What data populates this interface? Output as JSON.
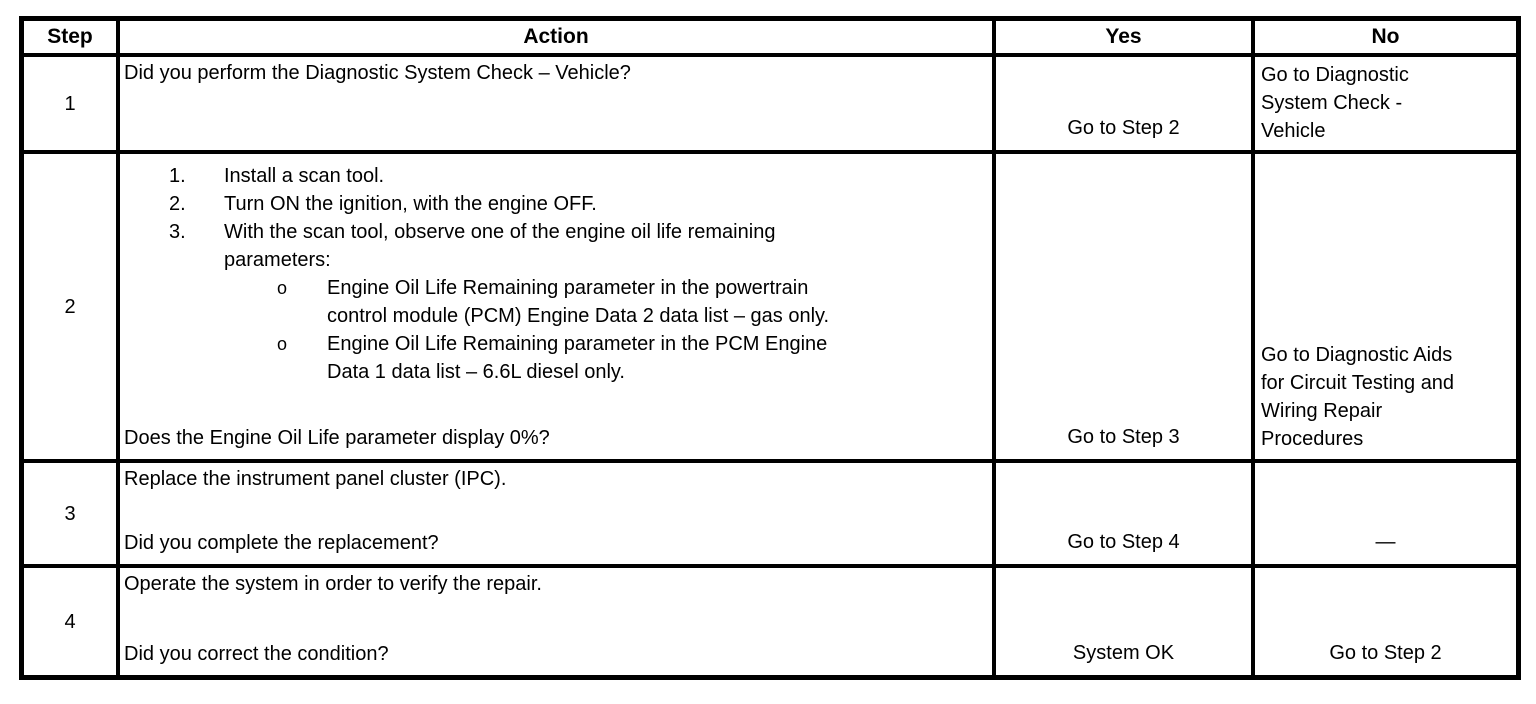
{
  "colors": {
    "border": "#000000",
    "background": "#ffffff",
    "text": "#000000"
  },
  "header": {
    "step": "Step",
    "action": "Action",
    "yes": "Yes",
    "no": "No"
  },
  "rows": [
    {
      "step": "1",
      "action": "Did you perform the Diagnostic System Check – Vehicle?",
      "yes": "Go to Step 2",
      "no_lines": [
        "Go to Diagnostic",
        "System Check -",
        "Vehicle"
      ]
    },
    {
      "step": "2",
      "list": [
        {
          "num": "1.",
          "text": "Install a scan tool."
        },
        {
          "num": "2.",
          "text": "Turn ON the ignition, with the engine OFF."
        },
        {
          "num": "3.",
          "text_lines": [
            "With the scan tool, observe one of the engine oil life remaining",
            "parameters:"
          ]
        }
      ],
      "sub_bullet": "o",
      "sub_items": [
        {
          "lines": [
            "Engine Oil Life Remaining parameter in the powertrain",
            "control module (PCM) Engine Data 2 data list – gas only."
          ]
        },
        {
          "lines": [
            "Engine Oil Life Remaining parameter in the PCM Engine",
            "Data 1 data list – 6.6L diesel only."
          ]
        }
      ],
      "question": "Does the Engine Oil Life parameter display 0%?",
      "yes": "Go to Step 3",
      "no_lines": [
        "Go to Diagnostic Aids",
        "for Circuit Testing and",
        "Wiring Repair",
        "Procedures"
      ]
    },
    {
      "step": "3",
      "action": "Replace the instrument panel cluster (IPC).",
      "question": "Did you complete the replacement?",
      "yes": "Go to Step 4",
      "no": "—"
    },
    {
      "step": "4",
      "action": "Operate the system in order to verify the repair.",
      "question": "Did you correct the condition?",
      "yes": "System OK",
      "no": "Go to Step 2"
    }
  ]
}
